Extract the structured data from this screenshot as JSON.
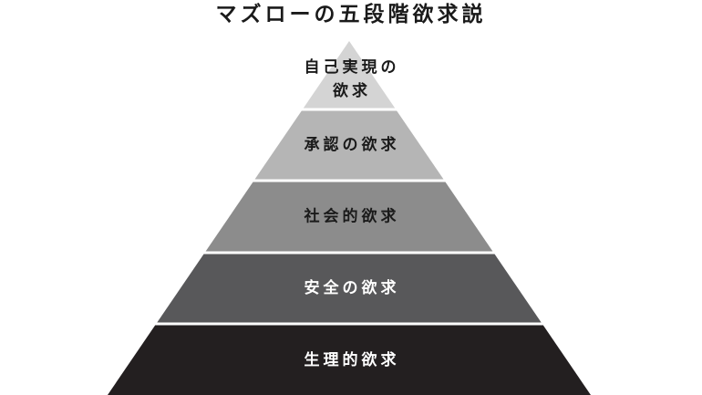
{
  "title": "マズローの五段階欲求説",
  "tiers": [
    {
      "lines": [
        "自己実現の",
        "欲求"
      ],
      "fill": "#d4d4d4",
      "text_color": "#1a1a1a"
    },
    {
      "lines": [
        "承認の欲求"
      ],
      "fill": "#b5b5b5",
      "text_color": "#1a1a1a"
    },
    {
      "lines": [
        "社会的欲求"
      ],
      "fill": "#8c8c8c",
      "text_color": "#1a1a1a"
    },
    {
      "lines": [
        "安全の欲求"
      ],
      "fill": "#58585a",
      "text_color": "#ffffff"
    },
    {
      "lines": [
        "生理的欲求"
      ],
      "fill": "#231f20",
      "text_color": "#ffffff"
    }
  ]
}
